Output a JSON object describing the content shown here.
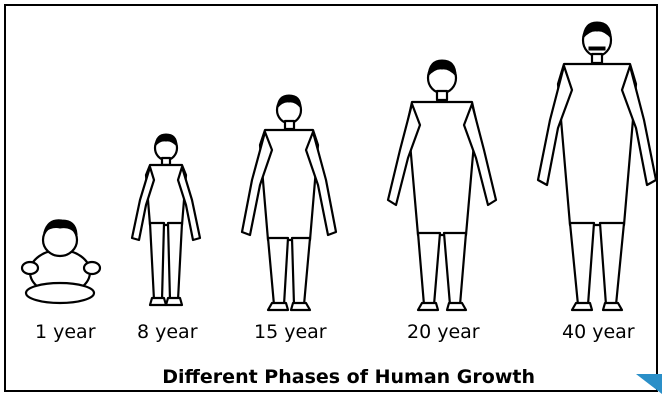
{
  "figure": {
    "stages": [
      {
        "label": "1 year"
      },
      {
        "label": "8 year"
      },
      {
        "label": "15 year"
      },
      {
        "label": "20 year"
      },
      {
        "label": "40 year"
      }
    ],
    "caption": "Different Phases of Human Growth"
  },
  "colors": {
    "line": "#000000",
    "background": "#ffffff",
    "corner_accent": "#2a8fc8"
  }
}
